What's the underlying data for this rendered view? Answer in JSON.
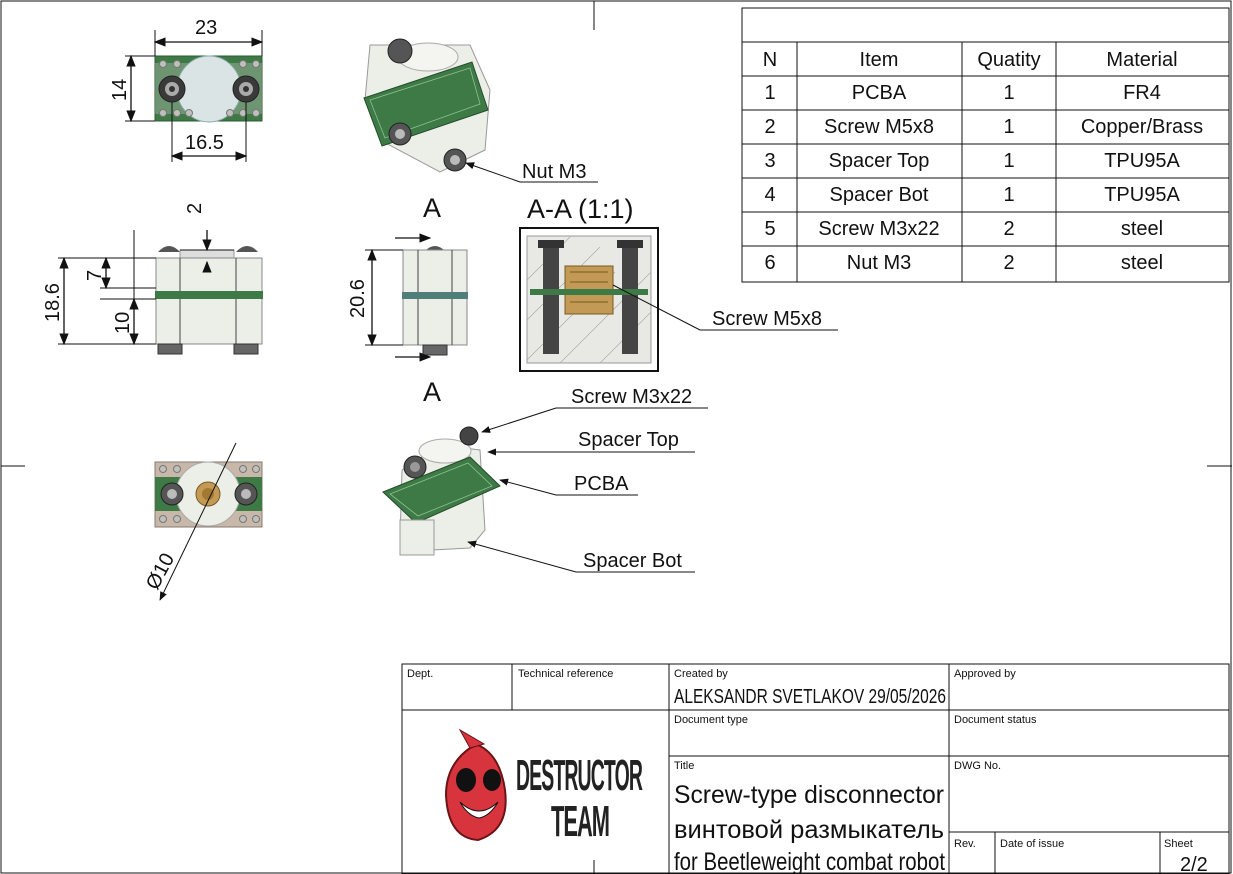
{
  "bom": {
    "headers": [
      "N",
      "Item",
      "Quatity",
      "Material"
    ],
    "rows": [
      [
        "1",
        "PCBA",
        "1",
        "FR4"
      ],
      [
        "2",
        "Screw M5x8",
        "1",
        "Copper/Brass"
      ],
      [
        "3",
        "Spacer Top",
        "1",
        "TPU95A"
      ],
      [
        "4",
        "Spacer Bot",
        "1",
        "TPU95A"
      ],
      [
        "5",
        "Screw M3x22",
        "2",
        "steel"
      ],
      [
        "6",
        "Nut M3",
        "2",
        "steel"
      ]
    ]
  },
  "dimensions": {
    "width_top": "23",
    "height_top": "14",
    "hole_spacing": "16.5",
    "gap_top": "2",
    "spacer_top_h": "7",
    "total_h": "18.6",
    "spacer_bot_h": "10",
    "side_h": "20.6",
    "diameter": "Ø10"
  },
  "section": {
    "marker_top": "A",
    "marker_bottom": "A",
    "title": "A-A (1:1)"
  },
  "callouts": {
    "nut": "Nut M3",
    "screw_m5": "Screw M5x8",
    "screw_m3": "Screw M3x22",
    "spacer_top": "Spacer Top",
    "pcba": "PCBA",
    "spacer_bot": "Spacer Bot"
  },
  "title_block": {
    "dept_label": "Dept.",
    "tech_ref_label": "Technical reference",
    "created_by_label": "Created by",
    "created_by_value": "ALEKSANDR SVETLAKOV 29/05/2026",
    "approved_by_label": "Approved by",
    "doc_type_label": "Document type",
    "doc_status_label": "Document status",
    "title_label": "Title",
    "title_line1": "Screw-type disconnector",
    "title_line2": "винтовой размыкатель",
    "title_line3": "for Beetleweight combat robot",
    "dwg_label": "DWG No.",
    "rev_label": "Rev.",
    "date_label": "Date of issue",
    "sheet_label": "Sheet",
    "sheet_value": "2/2",
    "logo_line1": "DESTRUCTOR",
    "logo_line2": "TEAM"
  },
  "colors": {
    "pcb_green": "#3d7a45",
    "spacer_white": "#eceee8",
    "brass": "#c39a55",
    "logo_red": "#d8343e"
  }
}
